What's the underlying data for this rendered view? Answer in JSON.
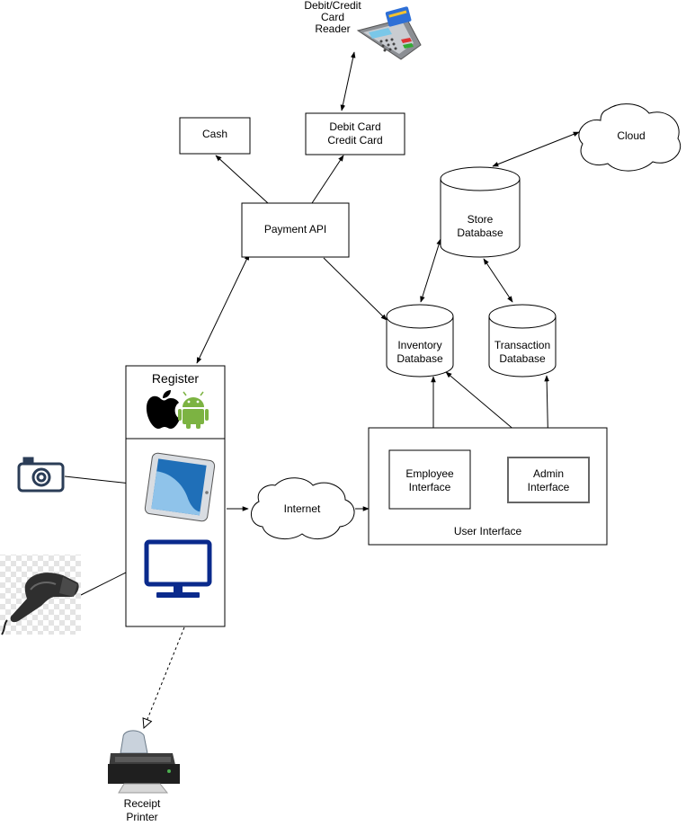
{
  "nodes": {
    "card_reader": {
      "lines": [
        "Debit/Credit",
        "Card",
        "Reader"
      ]
    },
    "cash": "Cash",
    "debit_credit": {
      "line1": "Debit Card",
      "line2": "Credit Card"
    },
    "payment_api": "Payment API",
    "cloud": "Cloud",
    "store_db": {
      "line1": "Store",
      "line2": "Database"
    },
    "inventory_db": {
      "line1": "Inventory",
      "line2": "Database"
    },
    "transaction_db": {
      "line1": "Transaction",
      "line2": "Database"
    },
    "register": "Register",
    "internet": "Internet",
    "user_interface": "User Interface",
    "employee_interface": {
      "line1": "Employee",
      "line2": "Interface"
    },
    "admin_interface": {
      "line1": "Admin",
      "line2": "Interface"
    },
    "receipt_printer": {
      "line1": "Receipt",
      "line2": "Printer"
    }
  },
  "icons": [
    "card-reader-icon",
    "apple-icon",
    "android-icon",
    "camera-icon",
    "tablet-icon",
    "monitor-icon",
    "barcode-scanner-icon",
    "printer-icon"
  ],
  "colors": {
    "line": "#000000",
    "monitor_blue": "#0a2a8c",
    "tablet_blue": "#1f6fb8",
    "android_green": "#7cb342",
    "admin_border": "#666666"
  }
}
